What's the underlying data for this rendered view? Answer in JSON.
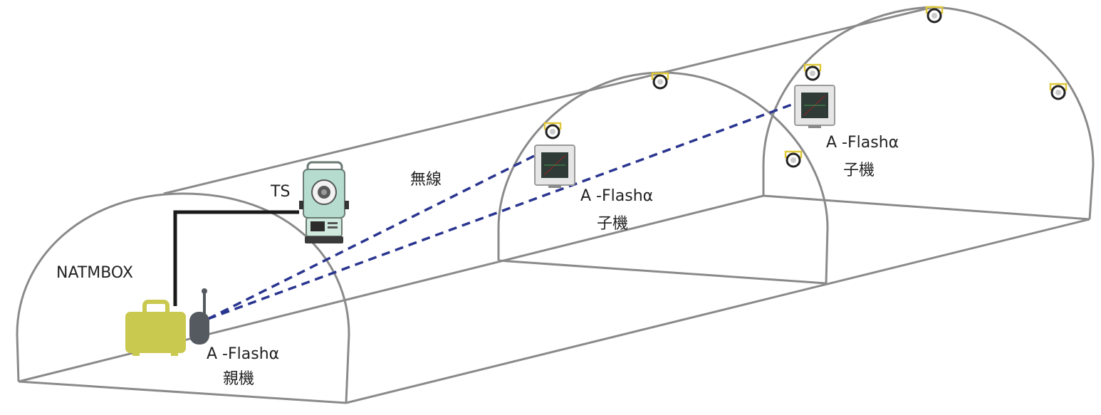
{
  "labels": {
    "natmbox": "NATMBOX",
    "ts": "TS",
    "wireless": "無線",
    "parent_name": "A -Flashα",
    "parent_role": "親機",
    "child1_name": "A -Flashα",
    "child1_role": "子機",
    "child2_name": "A -Flashα",
    "child2_role": "子機"
  },
  "colors": {
    "tunnel_stroke": "#8a8a8a",
    "cable": "#1a1a1a",
    "wireless_link": "#2a3590",
    "box": "#c9c84f",
    "radio": "#555a60",
    "prism_ring": "#222222",
    "prism_bracket": "#e0c93a",
    "ts_body": "#b5dccf",
    "child_unit_panel": "#2f3b36"
  },
  "icons": [
    "natmbox-case-icon",
    "radio-unit-icon",
    "total-station-icon",
    "child-unit-icon",
    "prism-target-icon"
  ]
}
